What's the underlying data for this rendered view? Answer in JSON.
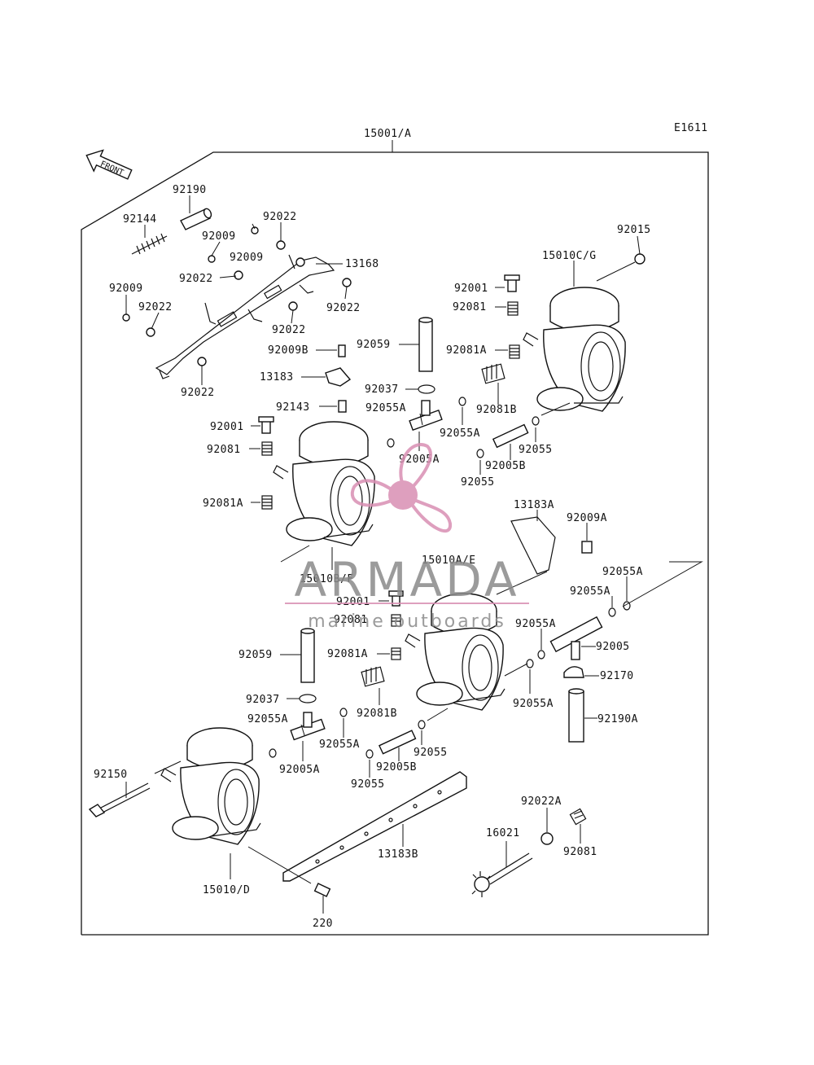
{
  "diagram": {
    "code": "E1611",
    "front_label": "FRONT",
    "assembly_label": "15001/A",
    "parts": {
      "p92190": "92190",
      "p92144": "92144",
      "p92022_a": "92022",
      "p92009_a": "92009",
      "p92009_b": "92009",
      "p92009_c": "92009",
      "p92022_b": "92022",
      "p92022_c": "92022",
      "p92022_d": "92022",
      "p92022_e": "92022",
      "p92022_f": "92022",
      "p13168": "13168",
      "p92015": "92015",
      "p15010C": "15010C/G",
      "p92001_a": "92001",
      "p92081_a": "92081",
      "p92081A_a": "92081A",
      "p92081B_a": "92081B",
      "p92059_a": "92059",
      "p92009B": "92009B",
      "p13183": "13183",
      "p92037_a": "92037",
      "p92143": "92143",
      "p92055A_a": "92055A",
      "p92055A_b": "92055A",
      "p92055_a": "92055",
      "p92005A_a": "92005A",
      "p92005B_a": "92005B",
      "p92055_b": "92055",
      "p92001_b": "92001",
      "p92081_b": "92081",
      "p92081A_b": "92081A",
      "p13183A": "13183A",
      "p92009A": "92009A",
      "p15010A": "15010A/E",
      "p15010B": "15010B/F",
      "p92055A_c": "92055A",
      "p92055A_d": "92055A",
      "p92001_c": "92001",
      "p92081_c": "92081",
      "p92055A_e": "92055A",
      "p92005": "92005",
      "p92059_b": "92059",
      "p92081A_c": "92081A",
      "p92170": "92170",
      "p92037_b": "92037",
      "p92081B_b": "92081B",
      "p92055A_f": "92055A",
      "p92055A_g": "92055A",
      "p92055A_h": "92055A",
      "p92190A": "92190A",
      "p92055_c": "92055",
      "p92005A_b": "92005A",
      "p92005B_b": "92005B",
      "p92055_d": "92055",
      "p92150": "92150",
      "p92022A": "92022A",
      "p16021": "16021",
      "p92081_d": "92081",
      "p13183B": "13183B",
      "p15010D": "15010/D",
      "p220": "220"
    }
  },
  "watermark": {
    "brand": "ARMADA",
    "tagline": "marine outboards",
    "color_primary": "#d98fb3",
    "color_text": "#8a8a8a"
  }
}
